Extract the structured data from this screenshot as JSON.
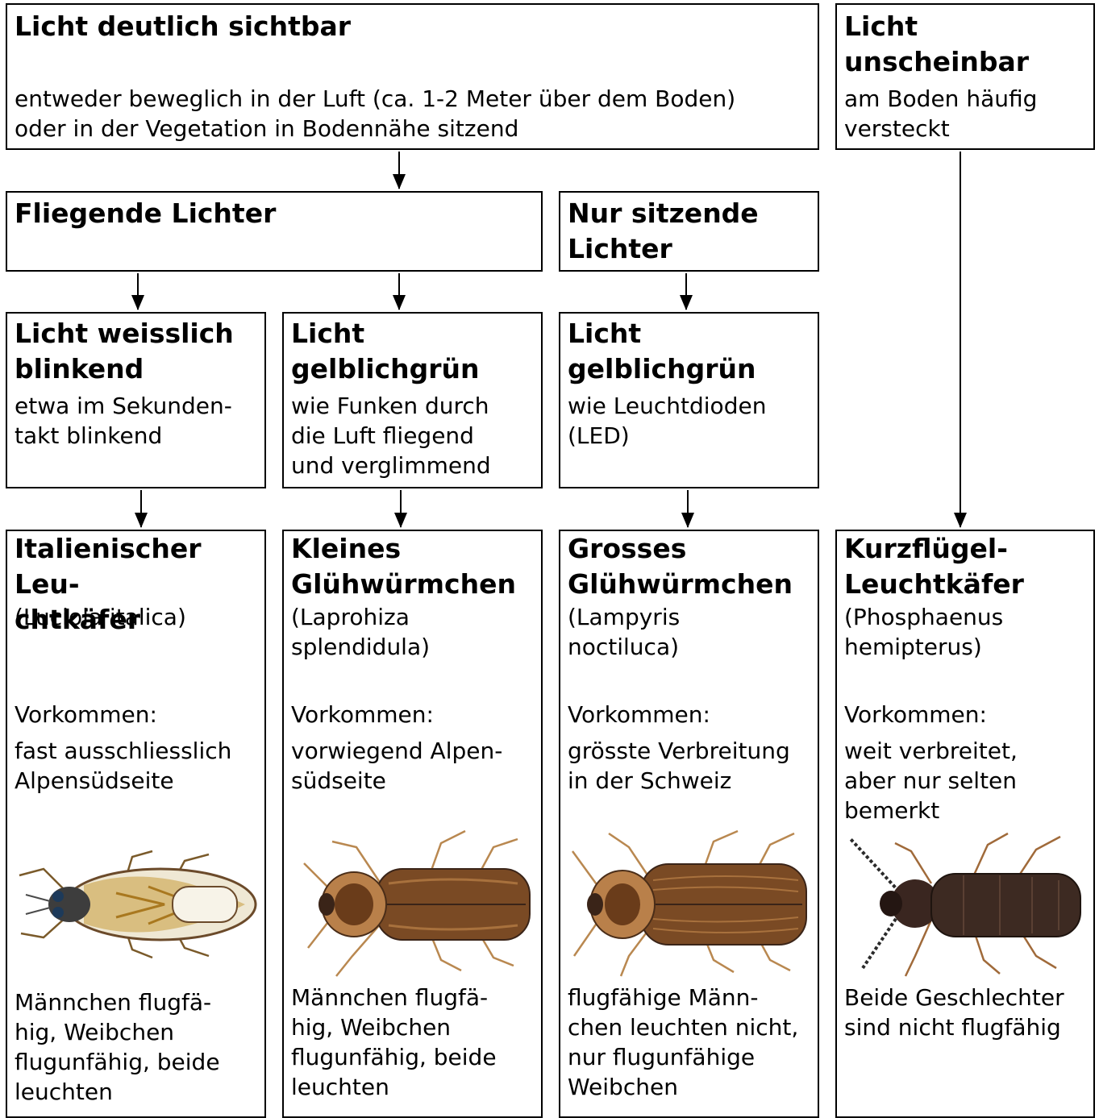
{
  "top": {
    "visible": {
      "title": "Licht deutlich sichtbar",
      "text": "entweder beweglich in der Luft (ca. 1-2 Meter über dem Boden)\noder in der Vegetation in Bodennähe sitzend"
    },
    "inconspicuous": {
      "title": "Licht\nunscheinbar",
      "text": "am Boden häufig\nversteckt"
    }
  },
  "middle": {
    "flying": {
      "title": "Fliegende Lichter"
    },
    "sitting": {
      "title": "Nur sitzende\nLichter"
    }
  },
  "light_types": [
    {
      "title": "Licht weisslich\nblinkend",
      "text": "etwa im Sekunden-\ntakt blinkend"
    },
    {
      "title": "Licht\ngelblichgrün",
      "text": "wie Funken durch\ndie Luft fliegend\nund verglimmend"
    },
    {
      "title": "Licht\ngelblichgrün",
      "text": "wie Leuchtdioden\n(LED)"
    }
  ],
  "species": [
    {
      "name": "Italienischer Leu-\nchtkäfer",
      "latin": "(Luciola italica)",
      "occurrence_label": "Vorkommen:",
      "occurrence": "fast ausschliesslich\nAlpensüdseite",
      "note": "Männchen flugfä-\nhig, Weibchen\nflugunfähig, beide\nleuchten"
    },
    {
      "name": "Kleines\nGlühwürmchen",
      "latin": "(Laprohiza\nsplendidula)",
      "occurrence_label": "Vorkommen:",
      "occurrence": "vorwiegend Alpen-\nsüdseite",
      "note": "Männchen flugfä-\nhig, Weibchen\nflugunfähig, beide\nleuchten"
    },
    {
      "name": "Grosses\nGlühwürmchen",
      "latin": "(Lampyris\nnoctiluca)",
      "occurrence_label": "Vorkommen:",
      "occurrence": "grösste Verbreitung\nin der Schweiz",
      "note": "flugfähige Männ-\nchen leuchten nicht,\nnur flugunfähige\nWeibchen"
    },
    {
      "name": "Kurzflügel-\nLeuchtkäfer",
      "latin": "(Phosphaenus\nhemipterus)",
      "occurrence_label": "Vorkommen:",
      "occurrence": "weit verbreitet,\naber nur selten\nbemerkt",
      "note": "Beide Geschlechter\nsind nicht flugfähig"
    }
  ],
  "colors": {
    "border": "#000000",
    "beetle_brown": "#7a4a24",
    "beetle_dark": "#3a2418",
    "beetle_leg": "#b98850",
    "italica_body": "#f3eee0",
    "italica_pattern": "#c79a3a"
  },
  "icons": [
    "arrow-down-icon",
    "luciola-italica-illustration",
    "lamprohiza-splendidula-illustration",
    "lampyris-noctiluca-illustration",
    "phosphaenus-hemipterus-illustration"
  ]
}
